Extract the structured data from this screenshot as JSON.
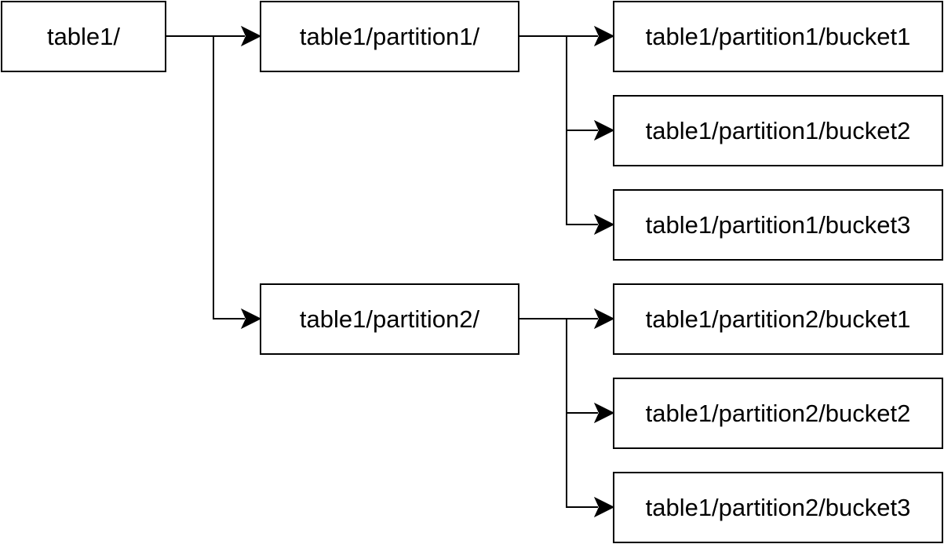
{
  "diagram": {
    "root": {
      "label": "table1/"
    },
    "partitions": [
      {
        "label": "table1/partition1/",
        "buckets": [
          {
            "label": "table1/partition1/bucket1"
          },
          {
            "label": "table1/partition1/bucket2"
          },
          {
            "label": "table1/partition1/bucket3"
          }
        ]
      },
      {
        "label": "table1/partition2/",
        "buckets": [
          {
            "label": "table1/partition2/bucket1"
          },
          {
            "label": "table1/partition2/bucket2"
          },
          {
            "label": "table1/partition2/bucket3"
          }
        ]
      }
    ],
    "colors": {
      "stroke": "#000000",
      "fill": "#ffffff",
      "text": "#000000"
    }
  }
}
